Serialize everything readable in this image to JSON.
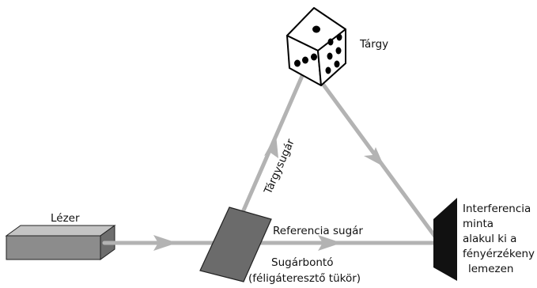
{
  "labels": {
    "laser": "Lézer",
    "object": "Tárgy",
    "object_beam": "Tárgysugár",
    "reference_beam": "Referencia sugár",
    "beam_splitter_line1": "Sugárbontó",
    "beam_splitter_line2": "(féligáteresztő tükör)",
    "plate_line1": "Interferencia",
    "plate_line2": "minta",
    "plate_line3": "alakul ki a",
    "plate_line4": "fényérzékeny",
    "plate_line5": "lemezen"
  },
  "colors": {
    "beam": "#b3b3b3",
    "laser_front": "#8c8c8c",
    "laser_top": "#c4c4c4",
    "laser_side": "#6e6e6e",
    "splitter": "#6b6b6b",
    "plate": "#111111",
    "die_face": "#ffffff",
    "pips": "#000000"
  }
}
